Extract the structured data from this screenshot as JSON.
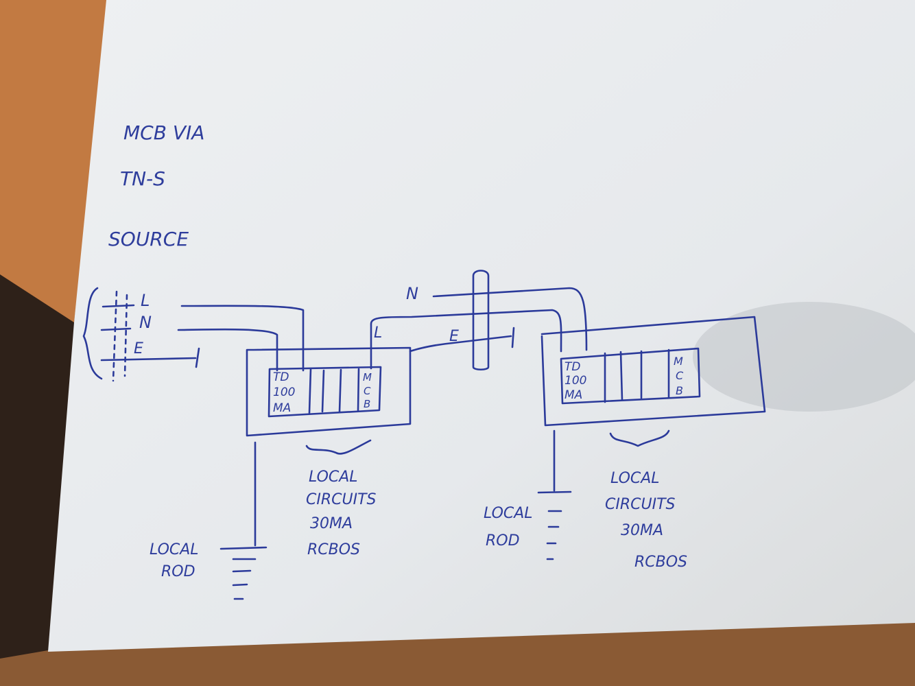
{
  "header": {
    "line1": "MCB VIA",
    "line2": "TN-S",
    "line3": "SOURCE"
  },
  "source": {
    "live": "L",
    "neutral": "N",
    "earth": "E"
  },
  "board1": {
    "rcd": [
      "TD",
      "100",
      "MA"
    ],
    "mcb": [
      "M",
      "C",
      "B"
    ],
    "circuits": [
      "LOCAL",
      "CIRCUITS",
      "30MA",
      "RCBOS"
    ],
    "rod": [
      "LOCAL",
      "ROD"
    ]
  },
  "link": {
    "neutral": "N",
    "live": "L",
    "earth": "E"
  },
  "board2": {
    "rcd": [
      "TD",
      "100",
      "MA"
    ],
    "mcb": [
      "M",
      "C",
      "B"
    ],
    "circuits": [
      "LOCAL",
      "CIRCUITS",
      "30MA",
      "RCBOS"
    ],
    "rod": [
      "LOCAL",
      "ROD"
    ]
  },
  "colors": {
    "ink": "#2b3a9a",
    "paper": "#e9ecef",
    "wood": "#b9743e"
  }
}
